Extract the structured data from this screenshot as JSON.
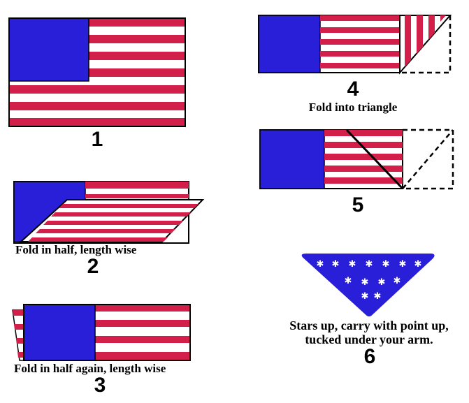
{
  "colors": {
    "blue": "#2a1fd8",
    "red": "#d2204a",
    "white": "#ffffff",
    "outline": "#000000"
  },
  "steps": [
    {
      "number": "1",
      "caption": ""
    },
    {
      "number": "2",
      "caption": "Fold in half, length wise"
    },
    {
      "number": "3",
      "caption": "Fold in half again, length wise"
    },
    {
      "number": "4",
      "caption": "Fold into triangle"
    },
    {
      "number": "5",
      "caption": ""
    },
    {
      "number": "6",
      "caption_line1": "Stars up, carry with point up,",
      "caption_line2": "tucked under your arm."
    }
  ]
}
